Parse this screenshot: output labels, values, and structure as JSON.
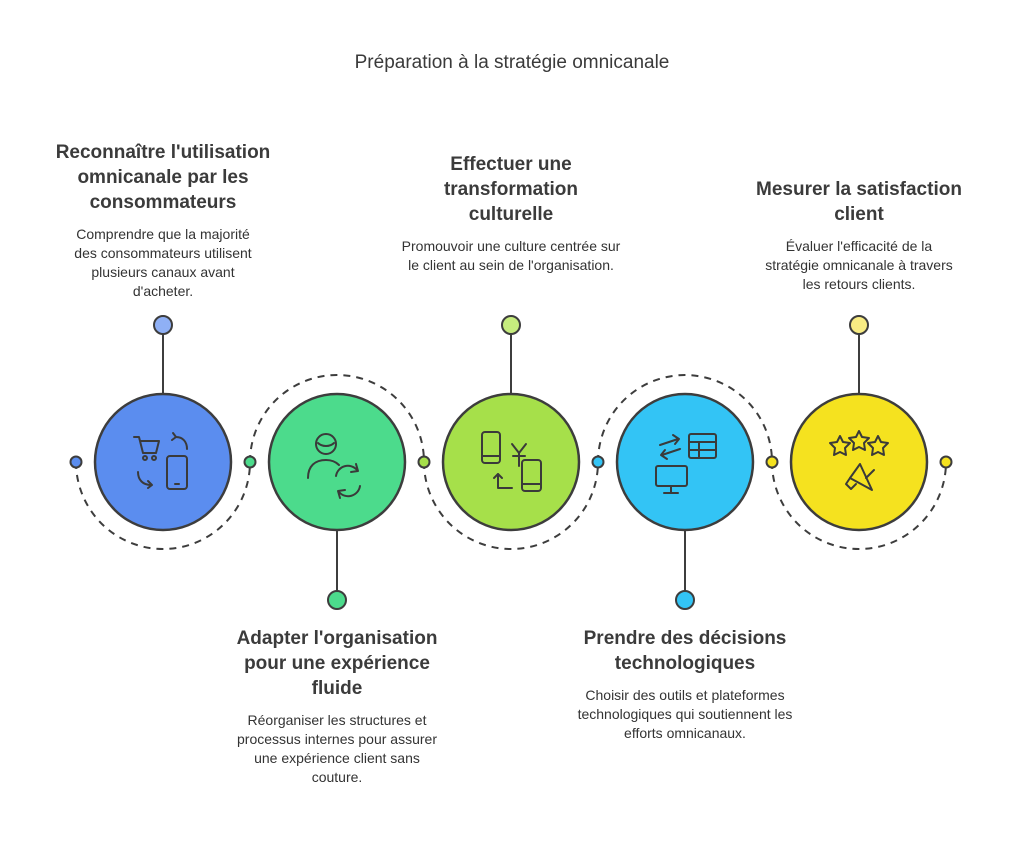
{
  "title": "Préparation à la stratégie omnicanale",
  "steps": [
    {
      "heading": "Reconnaître l'utilisation omnicanale par les consommateurs",
      "description": "Comprendre que la majorité des consommateurs utilisent plusieurs canaux avant d'acheter.",
      "color": "#5B8DEF",
      "icons": [
        "shopping-cart-icon",
        "smartphone-icon",
        "refresh-arrows-icon"
      ]
    },
    {
      "heading": "Adapter l'organisation pour une expérience fluide",
      "description": "Réorganiser les structures et processus internes pour assurer une expérience client sans couture.",
      "color": "#4CDB8C",
      "icons": [
        "user-icon",
        "sync-icon"
      ]
    },
    {
      "heading": "Effectuer une transformation culturelle",
      "description": "Promouvoir une culture centrée sur le client au sein de l'organisation.",
      "color": "#A6E04A",
      "icons": [
        "smartphone-icon",
        "yen-icon",
        "smartphone-icon"
      ]
    },
    {
      "heading": "Prendre des décisions technologiques",
      "description": "Choisir des outils et plateformes technologiques qui soutiennent les efforts omnicanaux.",
      "color": "#33C4F5",
      "icons": [
        "transfer-arrows-icon",
        "table-icon",
        "monitor-icon"
      ]
    },
    {
      "heading": "Mesurer la satisfaction client",
      "description": "Évaluer l'efficacité de la stratégie omnicanale à travers les retours clients.",
      "color": "#F5E21F",
      "icons": [
        "stars-icon",
        "megaphone-icon"
      ]
    }
  ]
}
